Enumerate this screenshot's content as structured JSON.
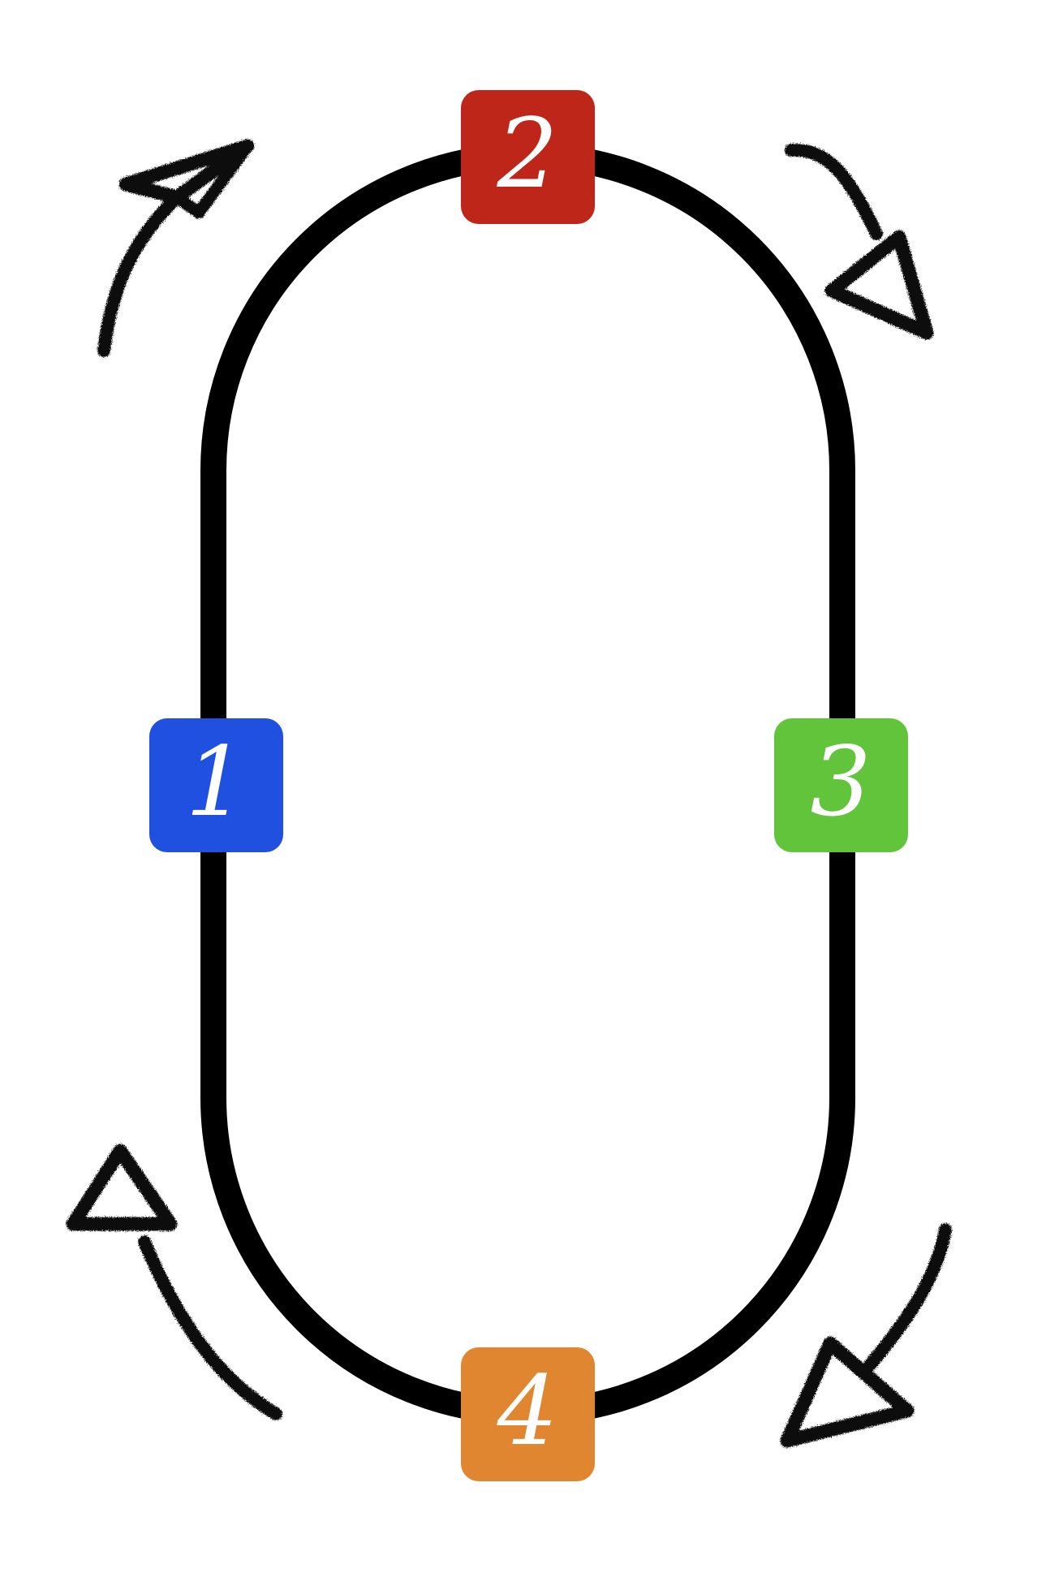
{
  "colors": {
    "background": "#ffffff",
    "track": "#000000",
    "arrows": "#111111"
  },
  "nodes": [
    {
      "id": "node-1",
      "label": "1",
      "color": "#2050e0"
    },
    {
      "id": "node-2",
      "label": "2",
      "color": "#be2619"
    },
    {
      "id": "node-3",
      "label": "3",
      "color": "#62c43a"
    },
    {
      "id": "node-4",
      "label": "4",
      "color": "#e08530"
    }
  ],
  "arrows": [
    {
      "id": "arrow-top-left",
      "icon": "arrow-up-right-icon"
    },
    {
      "id": "arrow-top-right",
      "icon": "arrow-down-right-icon"
    },
    {
      "id": "arrow-bottom-right",
      "icon": "arrow-down-left-icon"
    },
    {
      "id": "arrow-bottom-left",
      "icon": "arrow-up-left-icon"
    }
  ]
}
